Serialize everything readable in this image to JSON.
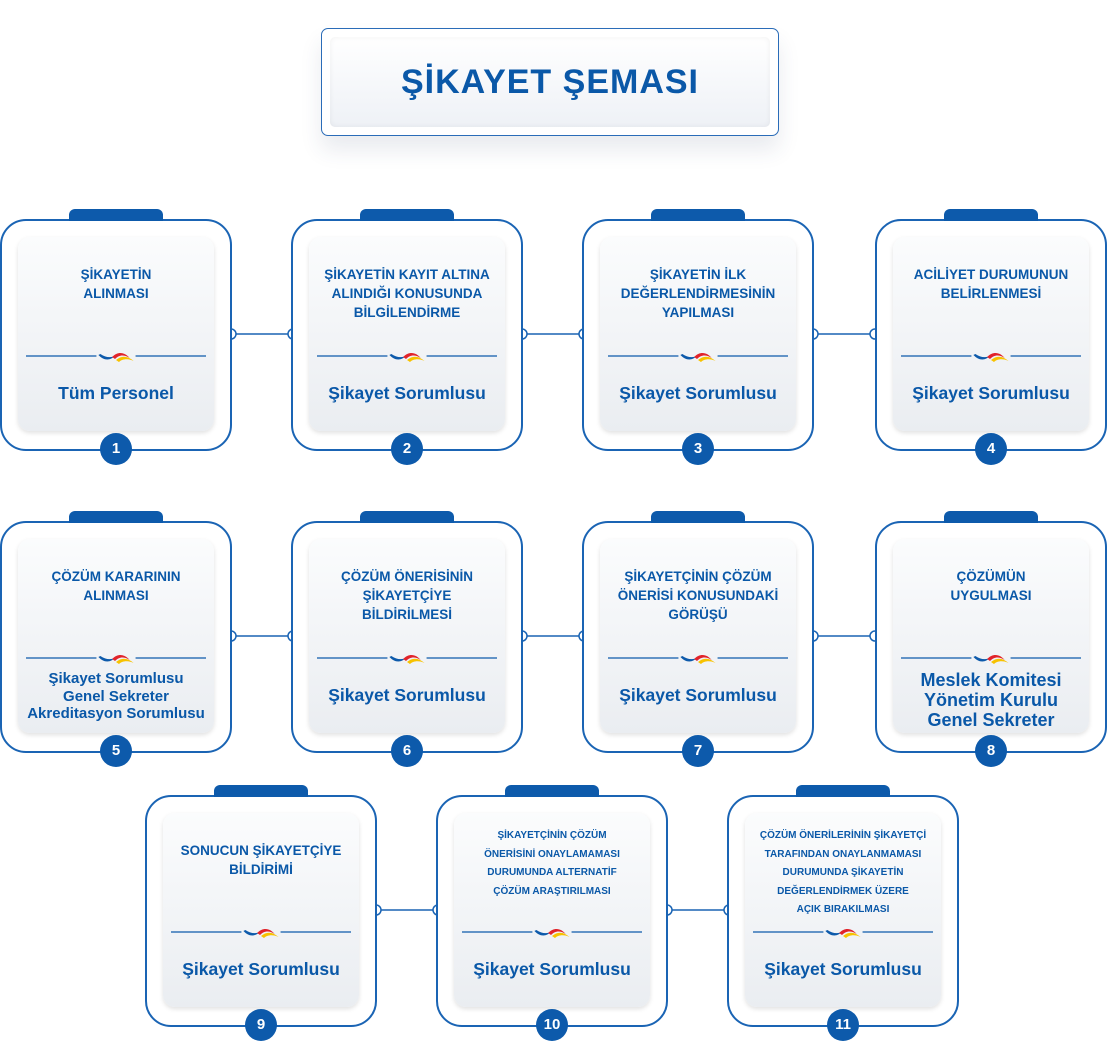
{
  "title": "ŞİKAYET ŞEMASI",
  "colors": {
    "primary": "#0d5aab",
    "accent_red": "#e1232a",
    "accent_yellow": "#f7c200"
  },
  "logo_icon": "swoosh-logo-icon",
  "steps": [
    {
      "num": "1",
      "title": "ŞİKAYETİN\nALINMASI",
      "role": "Tüm Personel"
    },
    {
      "num": "2",
      "title": "ŞİKAYETİN KAYIT ALTINA\nALINDIĞI KONUSUNDA\nBİLGİLENDİRME",
      "role": "Şikayet Sorumlusu"
    },
    {
      "num": "3",
      "title": "ŞİKAYETİN İLK\nDEĞERLENDİRMESİNİN\nYAPILMASI",
      "role": "Şikayet Sorumlusu"
    },
    {
      "num": "4",
      "title": "ACİLİYET DURUMUNUN\nBELİRLENMESİ",
      "role": "Şikayet Sorumlusu"
    },
    {
      "num": "5",
      "title": "ÇÖZÜM KARARININ\nALINMASI",
      "role": "Şikayet Sorumlusu\nGenel Sekreter\nAkreditasyon Sorumlusu"
    },
    {
      "num": "6",
      "title": "ÇÖZÜM ÖNERİSİNİN\nŞİKAYETÇİYE\nBİLDİRİLMESİ",
      "role": "Şikayet Sorumlusu"
    },
    {
      "num": "7",
      "title": "ŞİKAYETÇİNİN ÇÖZÜM\nÖNERİSİ KONUSUNDAKİ\nGÖRÜŞÜ",
      "role": "Şikayet Sorumlusu"
    },
    {
      "num": "8",
      "title": "ÇÖZÜMÜN\nUYGULMASI",
      "role": "Meslek Komitesi\nYönetim Kurulu\nGenel Sekreter"
    },
    {
      "num": "9",
      "title": "SONUCUN ŞİKAYETÇİYE\nBİLDİRİMİ",
      "role": "Şikayet Sorumlusu"
    },
    {
      "num": "10",
      "title": "ŞİKAYETÇİNİN ÇÖZÜM\nÖNERİSİNİ ONAYLAMAMASI\nDURUMUNDA ALTERNATİF\nÇÖZÜM ARAŞTIRILMASI",
      "role": "Şikayet Sorumlusu"
    },
    {
      "num": "11",
      "title": "ÇÖZÜM ÖNERİLERİNİN ŞİKAYETÇİ\nTARAFINDAN ONAYLANMAMASI\nDURUMUNDA ŞİKAYETİN\nDEĞERLENDİRMEK ÜZERE\nAÇIK BIRAKILMASI",
      "role": "Şikayet Sorumlusu"
    }
  ]
}
